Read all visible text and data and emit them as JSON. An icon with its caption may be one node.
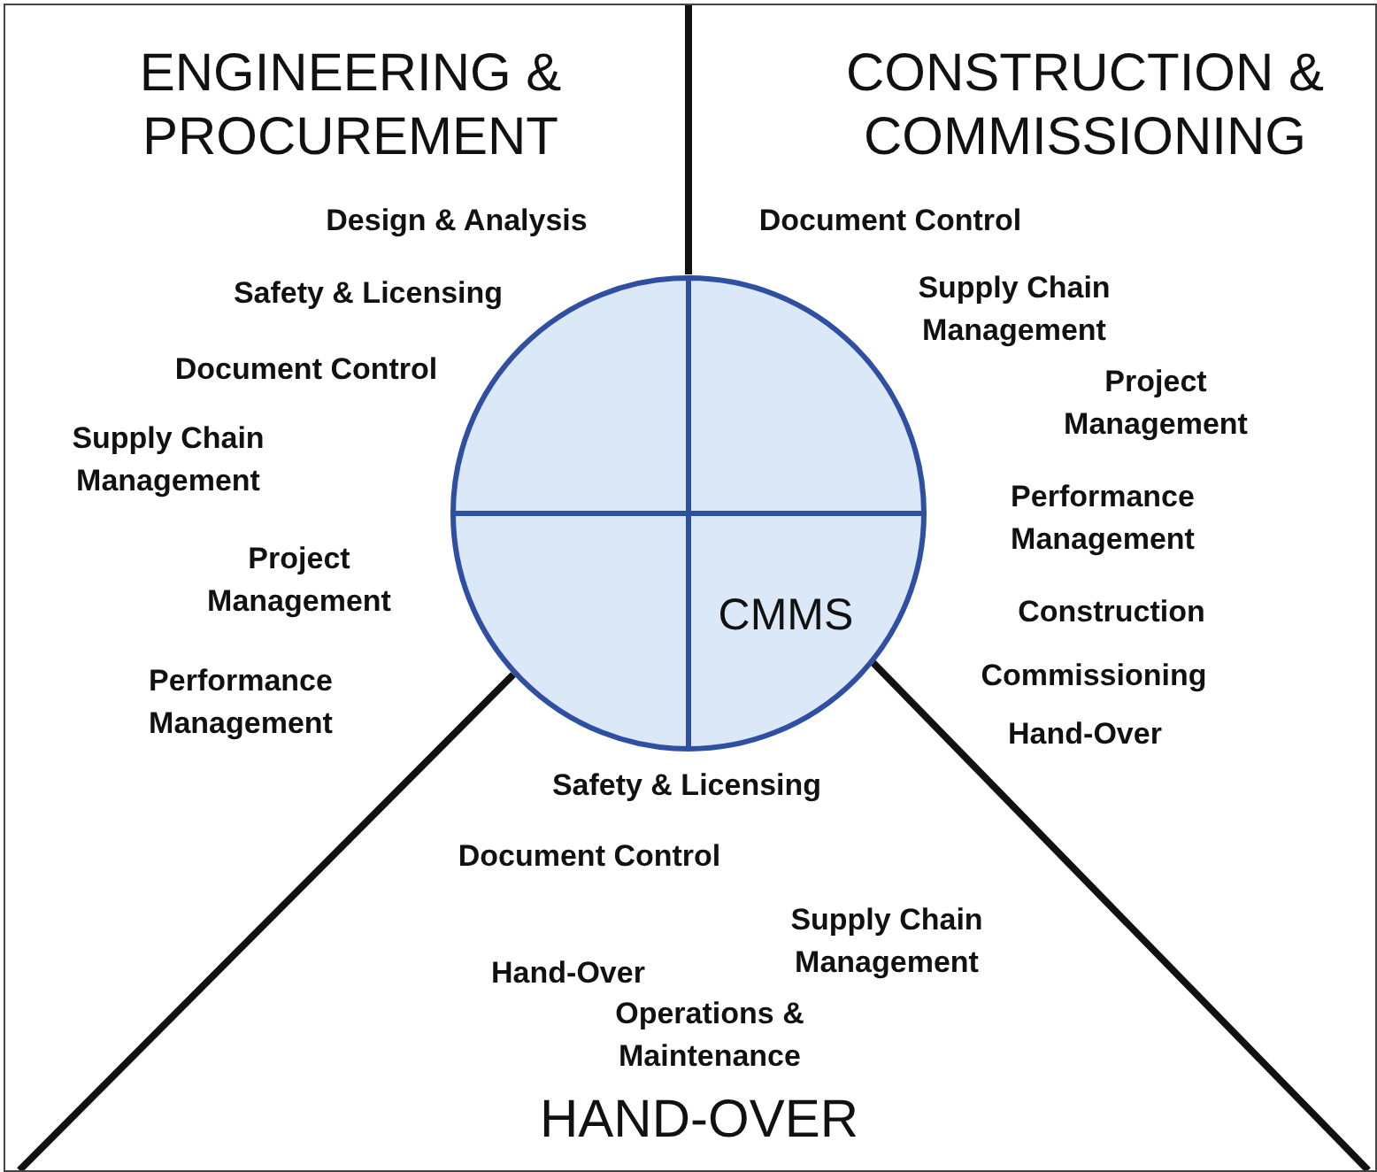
{
  "diagram": {
    "nodes": [
      {
        "text": [],
        "shape": "circle"
      },
      {
        "text": [],
        "shape": "quadrant",
        "in": 0
      },
      {
        "text": [],
        "shape": "quadrant",
        "in": 0
      },
      {
        "text": [],
        "shape": "quadrant",
        "in": 0
      },
      {
        "text": [
          "CMMS"
        ],
        "in": 0
      }
    ],
    "labels": [
      "ENGINEERING & PROCUREMENT",
      "CONSTRUCTION & COMMISSIONING",
      "Design & Analysis",
      "Safety & Licensing",
      "Document Control",
      "Supply Chain Management",
      "Project Management",
      "Performance Management",
      "Document Control",
      "Supply Chain Management",
      "Project Management",
      "Performance Management",
      "Construction",
      "Commissioning",
      "Hand-Over",
      "Safety & Licensing",
      "Document Control",
      "Supply Chain Management",
      "Hand-Over",
      "Operations & Maintenance",
      "HAND-OVER"
    ]
  }
}
